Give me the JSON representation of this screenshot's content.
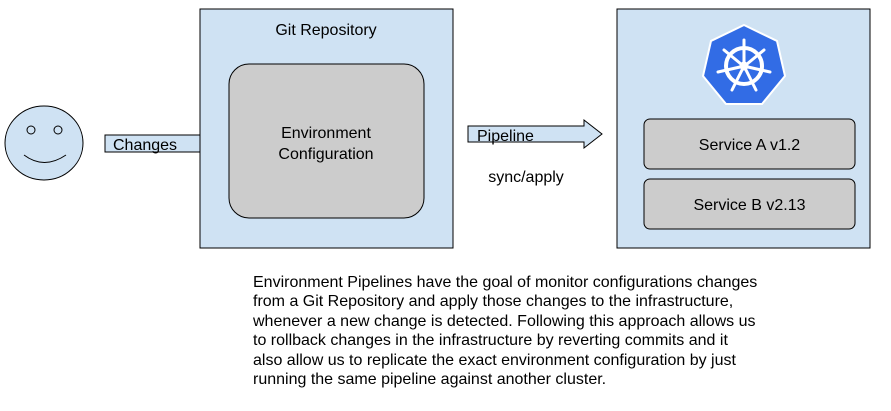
{
  "colors": {
    "container_fill": "#cfe2f3",
    "container_stroke": "#000000",
    "inner_box_fill": "#cccccc",
    "arrow_fill": "#cfe2f3",
    "face_fill": "#cfe2f3",
    "kubernetes_blue": "#326ce5",
    "kubernetes_white": "#ffffff"
  },
  "user_icon": "smiley-face-icon",
  "git_repository": {
    "title": "Git Repository",
    "inner_box": {
      "line1": "Environment",
      "line2": "Configuration"
    }
  },
  "changes_arrow": {
    "label": "Changes"
  },
  "pipeline_arrow": {
    "label": "Pipeline",
    "sublabel": "sync/apply"
  },
  "cluster": {
    "logo_icon": "kubernetes-helm-icon",
    "services": [
      {
        "label": "Service A v1.2"
      },
      {
        "label": "Service B v2.13"
      }
    ]
  },
  "description": {
    "lines": [
      "Environment Pipelines have the goal of monitor configurations changes",
      "from a Git Repository and apply those changes to the infrastructure,",
      "whenever a new change is detected. Following this approach allows us",
      "to rollback changes in the infrastructure by reverting commits and it",
      "also allow us to replicate the exact environment configuration by just",
      "running the same pipeline against another cluster."
    ]
  }
}
